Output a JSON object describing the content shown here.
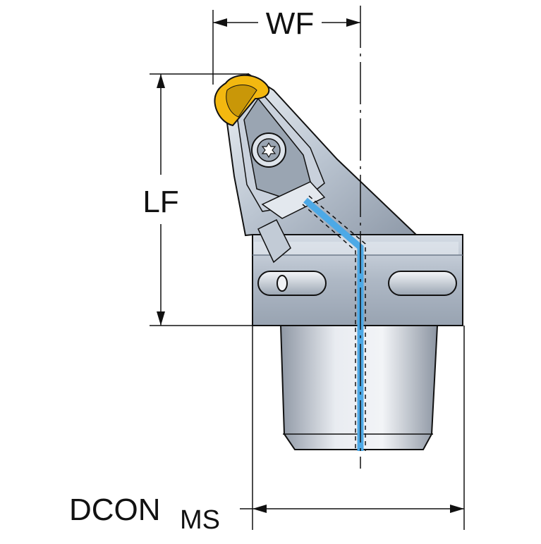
{
  "dimensions": {
    "wf": "WF",
    "lf": "LF",
    "dcon": "DCON",
    "dcon_sub": "MS"
  },
  "colors": {
    "body_light": "#e4e9f0",
    "body_mid": "#b7c1cd",
    "body_dark": "#6f7b8a",
    "shank_light": "#eef0f4",
    "shank_dark": "#8d96a3",
    "insert": "#f3b810",
    "coolant": "#4da9e6",
    "line": "#111111"
  },
  "icons": [
    "torx-screw-icon",
    "cutting-insert-icon"
  ]
}
